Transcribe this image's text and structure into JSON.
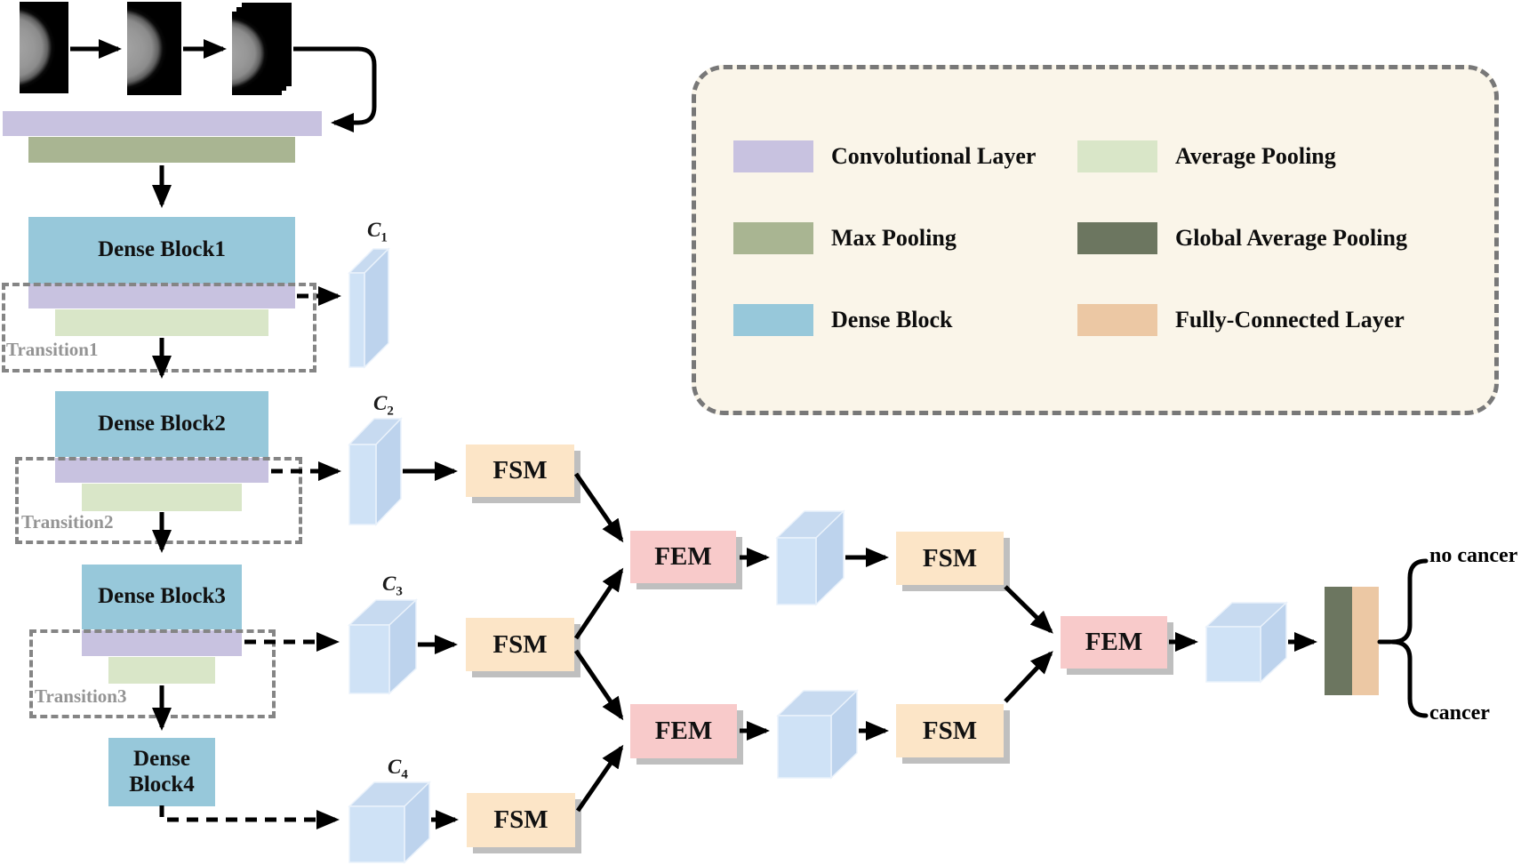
{
  "diagram": {
    "dense_blocks": [
      "Dense Block1",
      "Dense Block2",
      "Dense Block3",
      "Dense Block4"
    ],
    "transitions": [
      "Transition1",
      "Transition2",
      "Transition3"
    ],
    "feature_maps": [
      {
        "text": "C",
        "sub": "1"
      },
      {
        "text": "C",
        "sub": "2"
      },
      {
        "text": "C",
        "sub": "3"
      },
      {
        "text": "C",
        "sub": "4"
      }
    ],
    "fsm_label": "FSM",
    "fem_label": "FEM",
    "outputs": {
      "top": "no cancer",
      "bottom": "cancer"
    }
  },
  "legend": {
    "items": [
      {
        "label": "Convolutional Layer",
        "color": "#c8c2e0"
      },
      {
        "label": "Average Pooling",
        "color": "#d9e6c8"
      },
      {
        "label": "Max Pooling",
        "color": "#a9b592"
      },
      {
        "label": "Global Average Pooling",
        "color": "#6c7660"
      },
      {
        "label": "Dense Block",
        "color": "#97c8da"
      },
      {
        "label": "Fully-Connected Layer",
        "color": "#ecc8a4"
      }
    ]
  },
  "colors": {
    "conv": "#c8c2e0",
    "avg_pool": "#d9e6c8",
    "max_pool": "#a9b592",
    "gap": "#6c7660",
    "dense": "#97c8da",
    "fc": "#ecc8a4",
    "fsm": "#fce5c7",
    "fem": "#f8caca"
  }
}
